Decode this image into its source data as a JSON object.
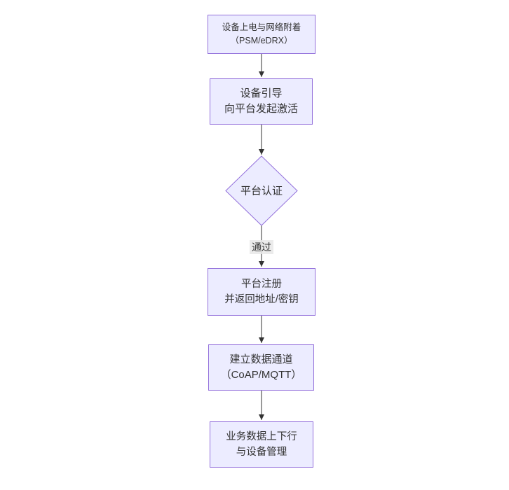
{
  "diagram": {
    "type": "flowchart-vertical",
    "colors": {
      "node_fill": "#ececff",
      "node_border": "#9370db",
      "edge_line": "#333333",
      "text": "#333333",
      "edge_label_bg": "#e8e8e8",
      "background": "#ffffff"
    },
    "nodes": {
      "power": {
        "line1": "设备上电与网络附着",
        "line2": "（PSM/eDRX）"
      },
      "bootstrap": {
        "line1": "设备引导",
        "line2": "向平台发起激活"
      },
      "auth": {
        "label": "平台认证"
      },
      "register": {
        "line1": "平台注册",
        "line2": "并返回地址/密钥"
      },
      "channel": {
        "line1": "建立数据通道",
        "line2": "（CoAP/MQTT）"
      },
      "business": {
        "line1": "业务数据上下行",
        "line2": "与设备管理"
      }
    },
    "edge_labels": {
      "auth_pass": "通过"
    }
  }
}
